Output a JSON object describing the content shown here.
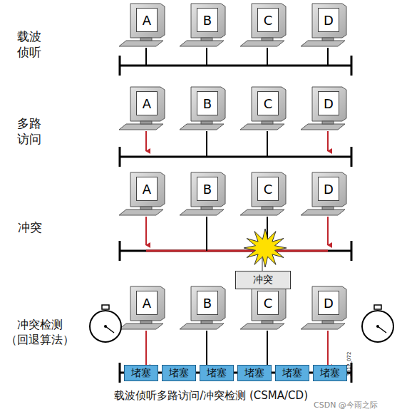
{
  "diagram": {
    "caption": "载波侦听多路访问/冲突检测 (CSMA/CD)",
    "nodes": [
      {
        "text": [
          "A"
        ]
      },
      {
        "text": [
          "B"
        ]
      },
      {
        "text": [
          "C"
        ]
      },
      {
        "text": [
          "D"
        ]
      },
      {
        "text": [
          "A"
        ]
      },
      {
        "text": [
          "B"
        ]
      },
      {
        "text": [
          "C"
        ]
      },
      {
        "text": [
          "D"
        ]
      },
      {
        "text": [
          "A"
        ]
      },
      {
        "text": [
          "B"
        ]
      },
      {
        "text": [
          "C"
        ]
      },
      {
        "text": [
          "D"
        ]
      },
      {
        "text": [
          "冲突"
        ]
      },
      {
        "text": [
          "A"
        ]
      },
      {
        "text": [
          "B"
        ]
      },
      {
        "text": [
          "C"
        ]
      },
      {
        "text": [
          "D"
        ]
      },
      {
        "text": [
          "堵塞"
        ]
      },
      {
        "text": [
          "堵塞"
        ]
      },
      {
        "text": [
          "堵塞"
        ]
      },
      {
        "text": [
          "堵塞"
        ]
      },
      {
        "text": [
          "堵塞"
        ]
      },
      {
        "text": [
          "堵塞"
        ]
      }
    ],
    "labels": [
      "载波侦听",
      "多路访问",
      "冲突",
      "冲突检测 （回退算法）",
      "301P_072",
      "CSDN @今雨之际"
    ]
  }
}
